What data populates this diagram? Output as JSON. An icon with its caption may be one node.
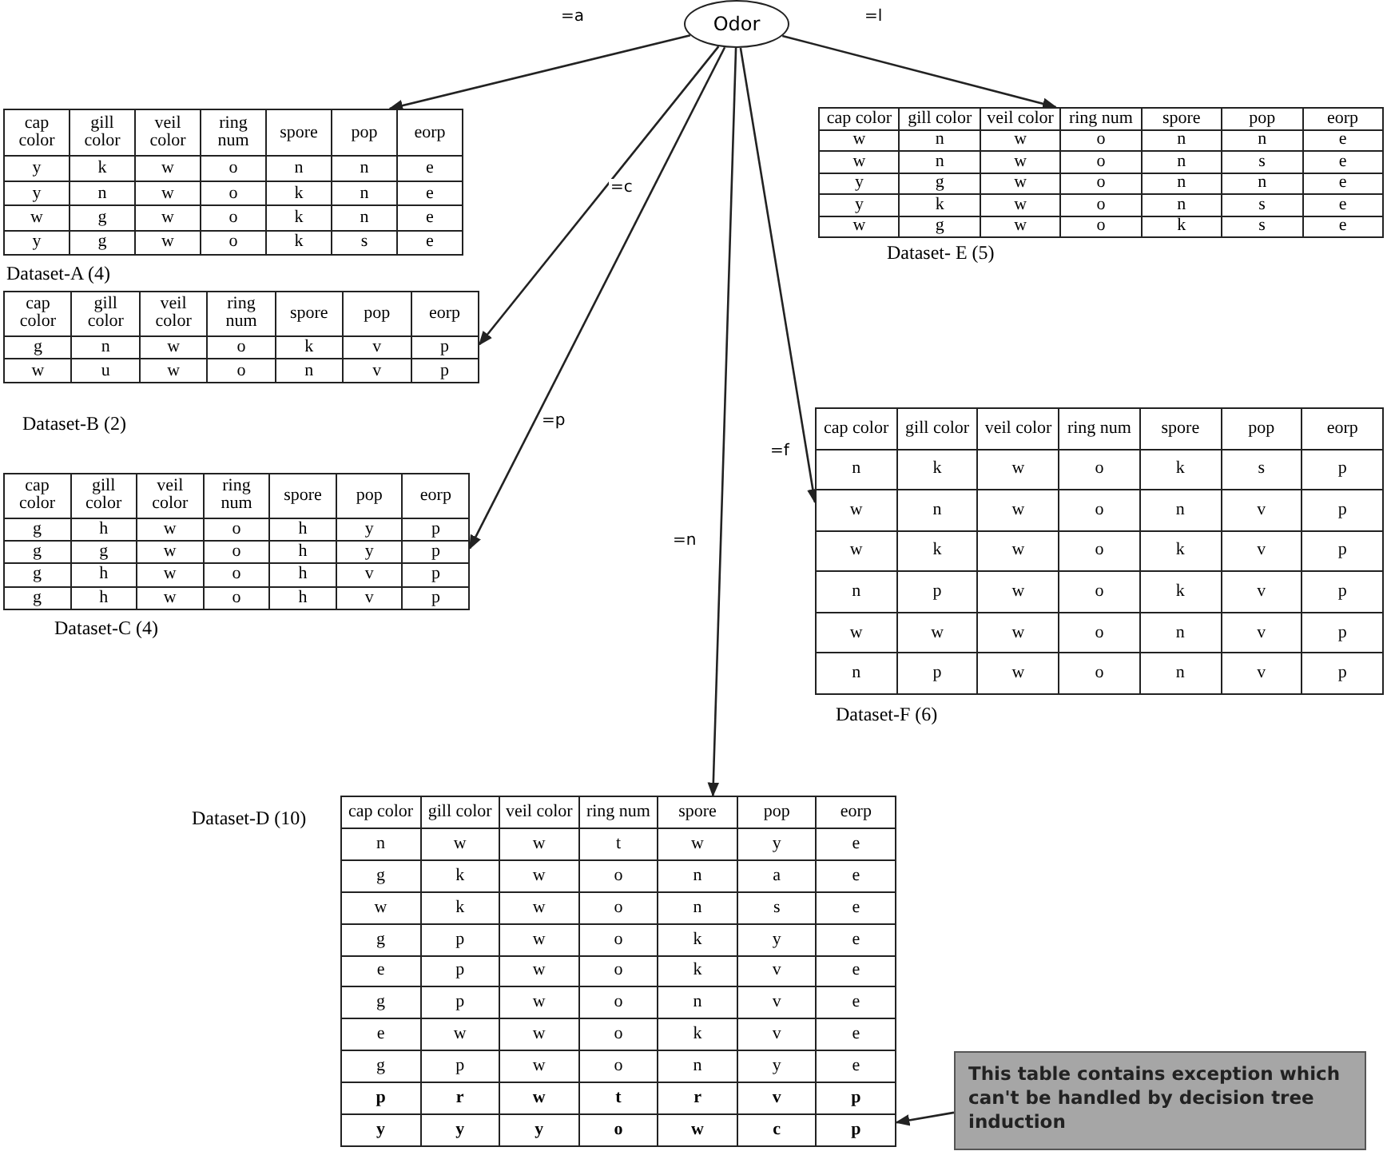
{
  "diagram": {
    "nodes": [
      {
        "text": [
          "Odor"
        ]
      },
      {
        "text": [
          "cap color",
          "gill color",
          "veil color",
          "ring num",
          "spore",
          "pop",
          "eorp",
          "y",
          "k",
          "w",
          "o",
          "n",
          "n",
          "e",
          "y",
          "n",
          "w",
          "o",
          "k",
          "n",
          "e",
          "w",
          "g",
          "w",
          "o",
          "k",
          "n",
          "e",
          "y",
          "g",
          "w",
          "o",
          "k",
          "s",
          "e"
        ],
        "beside": [
          "Dataset-A (4)"
        ]
      },
      {
        "text": [
          "cap color",
          "gill color",
          "veil color",
          "ring num",
          "spore",
          "pop",
          "eorp",
          "g",
          "n",
          "w",
          "o",
          "k",
          "v",
          "p",
          "w",
          "u",
          "w",
          "o",
          "n",
          "v",
          "p"
        ],
        "beside": [
          "Dataset-B (2)"
        ]
      },
      {
        "text": [
          "cap color",
          "gill color",
          "veil color",
          "ring num",
          "spore",
          "pop",
          "eorp",
          "g",
          "h",
          "w",
          "o",
          "h",
          "y",
          "p",
          "g",
          "g",
          "w",
          "o",
          "h",
          "y",
          "p",
          "g",
          "h",
          "w",
          "o",
          "h",
          "v",
          "p",
          "g",
          "h",
          "w",
          "o",
          "h",
          "v",
          "p"
        ],
        "beside": [
          "Dataset-C (4)"
        ]
      },
      {
        "text": [
          "cap color",
          "gill color",
          "veil color",
          "ring num",
          "spore",
          "pop",
          "eorp",
          "n",
          "w",
          "w",
          "t",
          "w",
          "y",
          "e",
          "g",
          "k",
          "w",
          "o",
          "n",
          "a",
          "e",
          "w",
          "k",
          "w",
          "o",
          "n",
          "s",
          "e",
          "g",
          "p",
          "w",
          "o",
          "k",
          "y",
          "e",
          "e",
          "p",
          "w",
          "o",
          "k",
          "v",
          "e",
          "g",
          "p",
          "w",
          "o",
          "n",
          "v",
          "e",
          "e",
          "w",
          "w",
          "o",
          "k",
          "v",
          "e",
          "g",
          "p",
          "w",
          "o",
          "n",
          "y",
          "e",
          "p",
          "r",
          "w",
          "t",
          "r",
          "v",
          "p",
          "y",
          "y",
          "y",
          "o",
          "w",
          "c",
          "p"
        ],
        "beside": [
          "Dataset-D (10)"
        ]
      },
      {
        "text": [
          "cap color",
          "gill color",
          "veil color",
          "ring num",
          "spore",
          "pop",
          "eorp",
          "w",
          "n",
          "w",
          "o",
          "n",
          "n",
          "e",
          "w",
          "n",
          "w",
          "o",
          "n",
          "s",
          "e",
          "y",
          "g",
          "w",
          "o",
          "n",
          "n",
          "e",
          "y",
          "k",
          "w",
          "o",
          "n",
          "s",
          "e",
          "w",
          "g",
          "w",
          "o",
          "k",
          "s",
          "e"
        ],
        "beside": [
          "Dataset- E (5)"
        ]
      },
      {
        "text": [
          "cap color",
          "gill color",
          "veil color",
          "ring num",
          "spore",
          "pop",
          "eorp",
          "n",
          "k",
          "w",
          "o",
          "k",
          "s",
          "p",
          "w",
          "n",
          "w",
          "o",
          "n",
          "v",
          "p",
          "w",
          "k",
          "w",
          "o",
          "k",
          "v",
          "p",
          "n",
          "p",
          "w",
          "o",
          "k",
          "v",
          "p",
          "w",
          "w",
          "w",
          "o",
          "n",
          "v",
          "p",
          "n",
          "p",
          "w",
          "o",
          "n",
          "v",
          "p"
        ],
        "beside": [
          "Dataset-F (6)"
        ]
      },
      {
        "text": [
          "This table contains exception which can't be handled by decision tree induction"
        ]
      }
    ],
    "edges": [
      {
        "from": 0,
        "to": 1,
        "arrow": "to",
        "label": "=a"
      },
      {
        "from": 0,
        "to": 2,
        "arrow": "to",
        "label": "=c"
      },
      {
        "from": 0,
        "to": 3,
        "arrow": "to",
        "label": "=p"
      },
      {
        "from": 0,
        "to": 4,
        "arrow": "to",
        "label": "=n"
      },
      {
        "from": 0,
        "to": 5,
        "arrow": "to",
        "label": "=l"
      },
      {
        "from": 0,
        "to": 6,
        "arrow": "to",
        "label": "=f"
      },
      {
        "from": 7,
        "to": 4,
        "arrow": "to"
      }
    ]
  }
}
